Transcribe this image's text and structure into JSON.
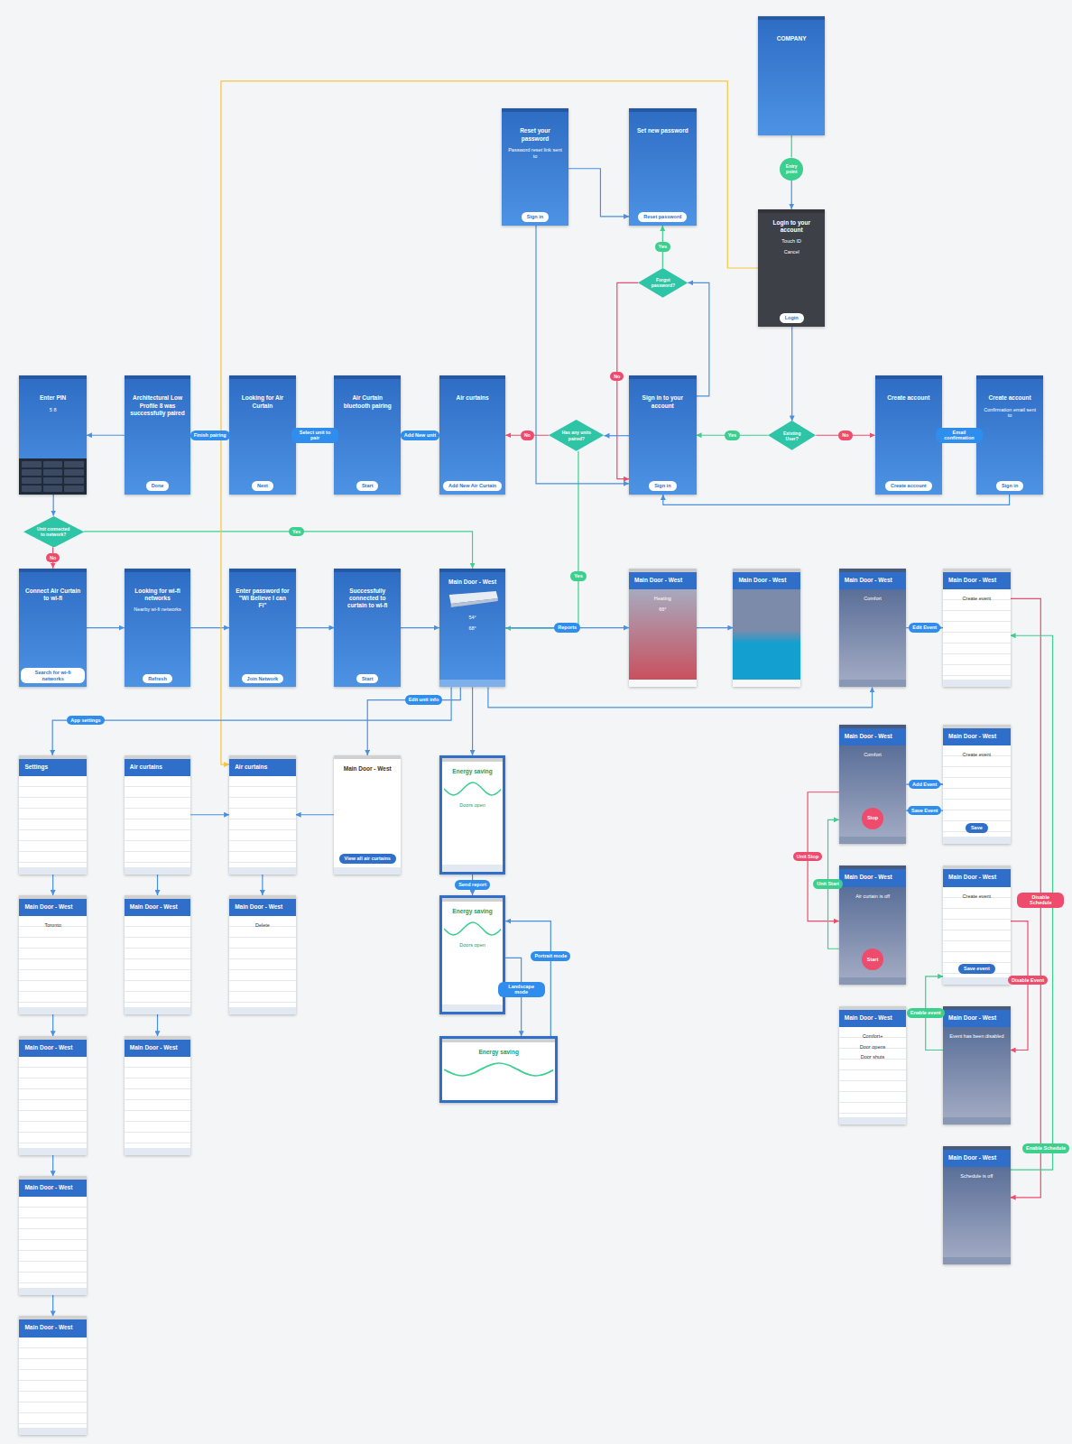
{
  "diagram": {
    "nodes": [
      {
        "text": [
          "COMPANY"
        ]
      },
      {
        "text": [
          "Entry point"
        ]
      },
      {
        "text": [
          "Login to your account",
          "Touch ID",
          "Cancel",
          "Login"
        ]
      },
      {
        "text": [
          "Existing User?"
        ]
      },
      {
        "text": [
          "Sign in to your account",
          "Sign in"
        ]
      },
      {
        "text": [
          "Has any units paired?"
        ]
      },
      {
        "text": [
          "Forgot password?"
        ]
      },
      {
        "text": [
          "Reset your password",
          "Password reset link sent to",
          "Sign in"
        ]
      },
      {
        "text": [
          "Set new password",
          "Reset password"
        ]
      },
      {
        "text": [
          "Create account",
          "Create account"
        ]
      },
      {
        "text": [
          "Create account",
          "Confirmation email sent to",
          "Sign in"
        ]
      },
      {
        "text": [
          "Air curtains",
          "Add New Air Curtain"
        ]
      },
      {
        "text": [
          "Air Curtain bluetooth pairing",
          "Start"
        ]
      },
      {
        "text": [
          "Looking for Air Curtain",
          "Next"
        ]
      },
      {
        "text": [
          "Architectural Low Profile 8 was successfully paired",
          "Done"
        ]
      },
      {
        "text": [
          "Enter PIN",
          "5 8"
        ]
      },
      {
        "text": [
          "Unit connected to network?"
        ]
      },
      {
        "text": [
          "Connect Air Curtain to wi-fi",
          "Search for wi-fi networks"
        ]
      },
      {
        "text": [
          "Looking for wi-fi networks",
          "Nearby wi-fi networks",
          "Refresh"
        ]
      },
      {
        "text": [
          "Enter password for \"Wi Believe I can Fi\"",
          "Join Network"
        ]
      },
      {
        "text": [
          "Successfully connected to curtain to wi-fi",
          "Start"
        ]
      },
      {
        "text": [
          "Main Door - West",
          "54°",
          "68°"
        ]
      },
      {
        "text": [
          "Main Door - West",
          "Heating",
          "66°"
        ]
      },
      {
        "text": [
          "Main Door - West"
        ]
      },
      {
        "text": [
          "Main Door - West",
          "Comfort"
        ]
      },
      {
        "text": [
          "Main Door - West",
          "Create event"
        ]
      },
      {
        "text": [
          "Main Door - West",
          "Comfort",
          "Stop"
        ]
      },
      {
        "text": [
          "Main Door - West",
          "Create event",
          "Save"
        ]
      },
      {
        "text": [
          "Main Door - West",
          "Air curtain is off",
          "Start"
        ]
      },
      {
        "text": [
          "Main Door - West",
          "Create event",
          "Save event"
        ]
      },
      {
        "text": [
          "Main Door - West",
          "Comfort+",
          "Door opens",
          "Door shuts"
        ]
      },
      {
        "text": [
          "Main Door - West",
          "Event has been disabled"
        ]
      },
      {
        "text": [
          "Main Door - West",
          "Schedule is off"
        ]
      },
      {
        "text": [
          "Settings"
        ]
      },
      {
        "text": [
          "Air curtains"
        ]
      },
      {
        "text": [
          "Air curtains"
        ]
      },
      {
        "text": [
          "Main Door - West",
          "View all air curtains"
        ]
      },
      {
        "text": [
          "Energy saving",
          "Doors open"
        ]
      },
      {
        "text": [
          "Energy saving",
          "Doors open"
        ]
      },
      {
        "text": [
          "Energy saving"
        ]
      },
      {
        "text": [
          "Main Door - West",
          "Toronto"
        ]
      },
      {
        "text": [
          "Main Door - West"
        ]
      },
      {
        "text": [
          "Main Door - West",
          "Delete"
        ]
      },
      {
        "text": [
          "Main Door - West"
        ]
      },
      {
        "text": [
          "Main Door - West"
        ]
      },
      {
        "text": [
          "Main Door - West"
        ]
      },
      {
        "text": [
          "Main Door - West"
        ]
      }
    ],
    "edges": [
      {
        "from": 0,
        "to": 1,
        "arrow": "none"
      },
      {
        "from": 1,
        "to": 2,
        "arrow": "to"
      },
      {
        "from": 2,
        "to": 3,
        "arrow": "to"
      },
      {
        "from": 3,
        "to": 4,
        "label": "Yes",
        "arrow": "to"
      },
      {
        "from": 3,
        "to": 9,
        "label": "No",
        "arrow": "to"
      },
      {
        "from": 4,
        "to": 5,
        "arrow": "to"
      },
      {
        "from": 5,
        "to": 11,
        "label": "No",
        "arrow": "to"
      },
      {
        "from": 5,
        "to": 21,
        "label": "Yes",
        "arrow": "to"
      },
      {
        "from": 4,
        "to": 6,
        "arrow": "to"
      },
      {
        "from": 6,
        "to": 8,
        "label": "Yes",
        "arrow": "to"
      },
      {
        "from": 6,
        "to": 4,
        "label": "No",
        "arrow": "to"
      },
      {
        "from": 7,
        "to": 8,
        "arrow": "to"
      },
      {
        "from": 7,
        "to": 4,
        "arrow": "to"
      },
      {
        "from": 10,
        "to": 4,
        "arrow": "to"
      },
      {
        "from": 9,
        "to": 10,
        "label": "Email confirmation",
        "arrow": "to"
      },
      {
        "from": 11,
        "to": 12,
        "label": "Add New unit",
        "arrow": "to"
      },
      {
        "from": 12,
        "to": 13,
        "label": "Select unit to pair",
        "arrow": "to"
      },
      {
        "from": 13,
        "to": 14,
        "label": "Finish pairing",
        "arrow": "to"
      },
      {
        "from": 14,
        "to": 15,
        "arrow": "to"
      },
      {
        "from": 15,
        "to": 16,
        "arrow": "to"
      },
      {
        "from": 16,
        "to": 17,
        "label": "No",
        "arrow": "to"
      },
      {
        "from": 16,
        "to": 21,
        "label": "Yes",
        "arrow": "to"
      },
      {
        "from": 17,
        "to": 18,
        "arrow": "to"
      },
      {
        "from": 18,
        "to": 19,
        "arrow": "to"
      },
      {
        "from": 19,
        "to": 20,
        "arrow": "to"
      },
      {
        "from": 20,
        "to": 21,
        "arrow": "to"
      },
      {
        "from": 2,
        "to": 35,
        "arrow": "to"
      },
      {
        "from": 21,
        "to": 22,
        "label": "Reports",
        "arrow": "to"
      },
      {
        "from": 22,
        "to": 23,
        "arrow": "to"
      },
      {
        "from": 21,
        "to": 24,
        "arrow": "to"
      },
      {
        "from": 21,
        "to": 33,
        "label": "App settings",
        "arrow": "to"
      },
      {
        "from": 21,
        "to": 36,
        "label": "Edit unit info",
        "arrow": "to"
      },
      {
        "from": 21,
        "to": 37,
        "arrow": "to"
      },
      {
        "from": 33,
        "to": 40,
        "arrow": "to"
      },
      {
        "from": 40,
        "to": 43,
        "arrow": "to"
      },
      {
        "from": 43,
        "to": 45,
        "arrow": "to"
      },
      {
        "from": 45,
        "to": 46,
        "arrow": "to"
      },
      {
        "from": 34,
        "to": 41,
        "arrow": "to"
      },
      {
        "from": 41,
        "to": 44,
        "arrow": "to"
      },
      {
        "from": 35,
        "to": 42,
        "arrow": "to"
      },
      {
        "from": 34,
        "to": 35,
        "arrow": "to"
      },
      {
        "from": 36,
        "to": 35,
        "arrow": "to"
      },
      {
        "from": 37,
        "to": 38,
        "label": "Send report",
        "arrow": "to"
      },
      {
        "from": 38,
        "to": 39,
        "label": "Landscape mode",
        "arrow": "to"
      },
      {
        "from": 39,
        "to": 38,
        "label": "Portrait mode",
        "arrow": "to"
      },
      {
        "from": 24,
        "to": 25,
        "label": "Edit Event",
        "arrow": "to"
      },
      {
        "from": 26,
        "to": 27,
        "label": "Add Event",
        "arrow": "to"
      },
      {
        "from": 27,
        "to": 26,
        "label": "Save Event",
        "arrow": "to"
      },
      {
        "from": 26,
        "to": 28,
        "label": "Unit Stop",
        "arrow": "to"
      },
      {
        "from": 28,
        "to": 26,
        "label": "Unit Start",
        "arrow": "to"
      },
      {
        "from": 25,
        "to": 32,
        "label": "Disable Schedule",
        "arrow": "to"
      },
      {
        "from": 29,
        "to": 31,
        "label": "Disable Event",
        "arrow": "to"
      },
      {
        "from": 31,
        "to": 29,
        "label": "Enable event",
        "arrow": "to"
      },
      {
        "from": 32,
        "to": 25,
        "label": "Enable Schedule",
        "arrow": "to"
      }
    ]
  }
}
